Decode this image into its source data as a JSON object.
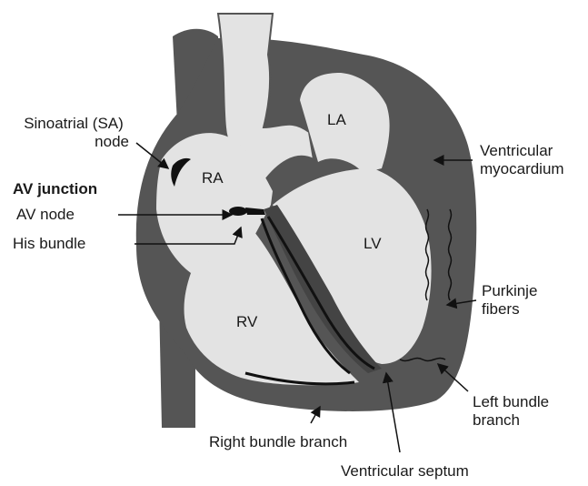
{
  "labels": {
    "sa_node_line1": "Sinoatrial (SA)",
    "sa_node_line2": "node",
    "av_junction": "AV junction",
    "av_node": "AV node",
    "his_bundle": "His bundle",
    "ventricular_myocardium_line1": "Ventricular",
    "ventricular_myocardium_line2": "myocardium",
    "purkinje_line1": "Purkinje",
    "purkinje_line2": "fibers",
    "left_bundle_line1": "Left bundle",
    "left_bundle_line2": "branch",
    "right_bundle_branch": "Right bundle branch",
    "ventricular_septum": "Ventricular septum"
  },
  "chambers": {
    "la": "LA",
    "ra": "RA",
    "lv": "LV",
    "rv": "RV"
  },
  "colors": {
    "tissue": "#555555",
    "chamber_fill": "#e3e3e3",
    "conduction": "#111111",
    "leader_line": "#111111"
  }
}
